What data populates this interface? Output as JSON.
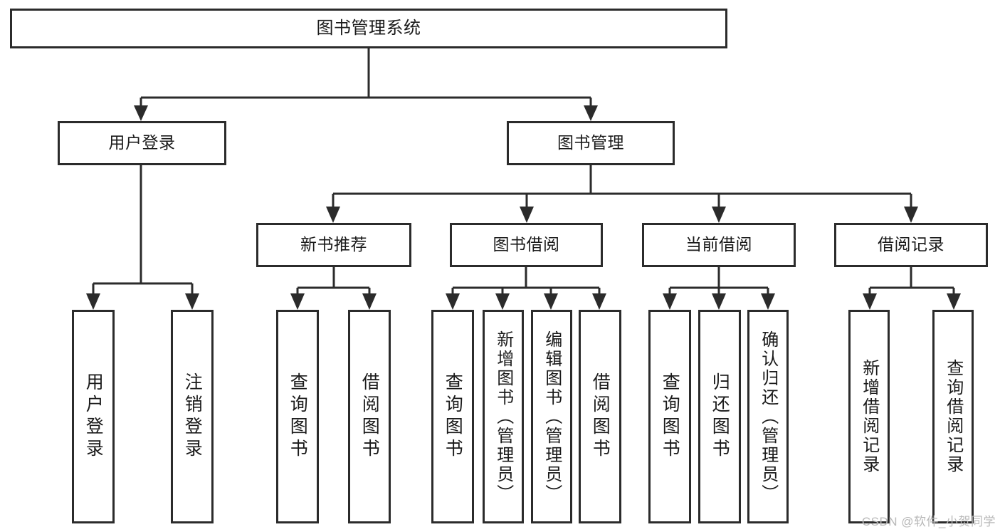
{
  "diagram": {
    "title": "图书管理系统",
    "type": "tree",
    "watermark": "CSDN @软件_小贺同学",
    "colors": {
      "stroke": "#2b2b2b",
      "box_fill": "#ffffff",
      "text": "#1a1a1a",
      "background": "#ffffff",
      "watermark": "#b9b9b9"
    },
    "root": {
      "label": "图书管理系统"
    },
    "level2": [
      {
        "label": "用户登录"
      },
      {
        "label": "图书管理"
      }
    ],
    "level3": [
      {
        "label": "新书推荐"
      },
      {
        "label": "图书借阅"
      },
      {
        "label": "当前借阅"
      },
      {
        "label": "借阅记录"
      }
    ],
    "groups": [
      {
        "parent": "用户登录",
        "leaves": [
          {
            "label": "用户登录"
          },
          {
            "label": "注销登录"
          }
        ]
      },
      {
        "parent": "新书推荐",
        "leaves": [
          {
            "label": "查询图书"
          },
          {
            "label": "借阅图书"
          }
        ]
      },
      {
        "parent": "图书借阅",
        "leaves": [
          {
            "label": "查询图书"
          },
          {
            "label": "新增图书（管理员）"
          },
          {
            "label": "编辑图书（管理员）"
          },
          {
            "label": "借阅图书"
          }
        ]
      },
      {
        "parent": "当前借阅",
        "leaves": [
          {
            "label": "查询图书"
          },
          {
            "label": "归还图书"
          },
          {
            "label": "确认归还（管理员）"
          }
        ]
      },
      {
        "parent": "借阅记录",
        "leaves": [
          {
            "label": "新增借阅记录"
          },
          {
            "label": "查询借阅记录"
          }
        ]
      }
    ]
  }
}
